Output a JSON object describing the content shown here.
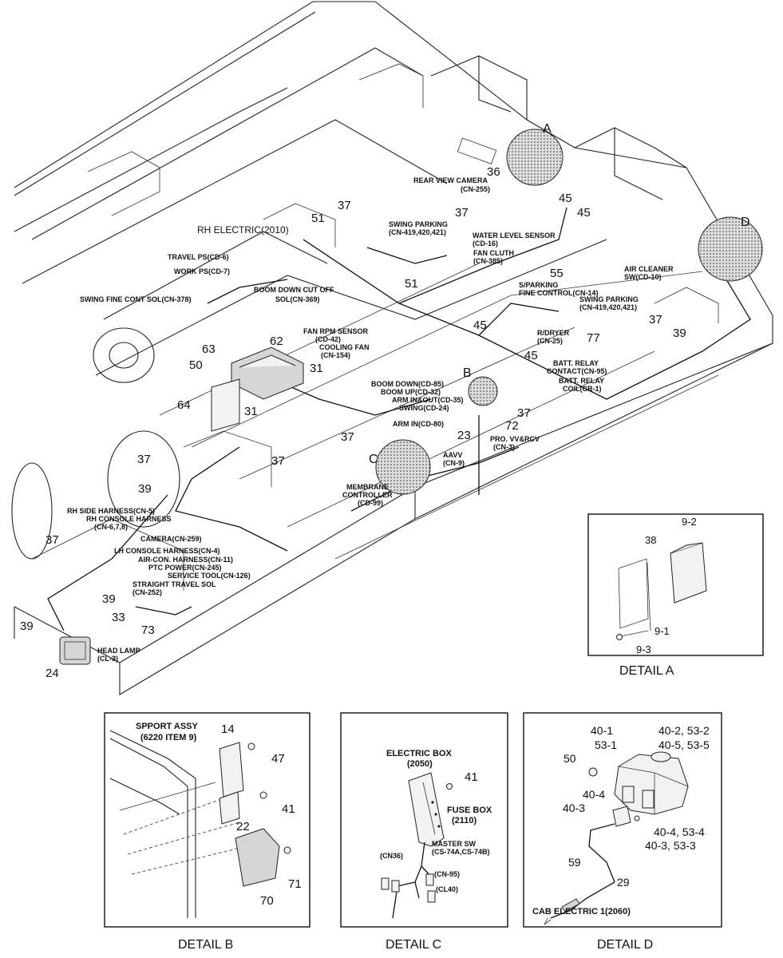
{
  "labels": {
    "rh_electric": "RH ELECTRIC(2010)",
    "travel_ps": "TRAVEL PS(CD-6)",
    "work_ps": "WORK PS(CD-7)",
    "swing_fine_cont_sol": "SWING FINE CONT SOL(CN-378)",
    "boom_down_cutoff": "BOOM DOWN CUT OFF",
    "boom_down_cutoff_sol": "SOL(CN-369)",
    "swing_parking_1a": "SWING PARKING",
    "swing_parking_1b": "(CN-419,420,421)",
    "rear_view_camera_a": "REAR VIEW CAMERA",
    "rear_view_camera_b": "(CN-255)",
    "water_level_a": "WATER LEVEL SENSOR",
    "water_level_b": "(CD-16)",
    "fan_cluth_a": "FAN CLUTH",
    "fan_cluth_b": "(CN-385)",
    "sparking_a": "S/PARKING",
    "sparking_b": "FINE CONTROL(CN-14)",
    "swing_parking_2a": "SWING PARKING",
    "swing_parking_2b": "(CN-419,420,421)",
    "air_cleaner_a": "AIR CLEANER",
    "air_cleaner_b": "SW(CD-10)",
    "rdryer_a": "R/DRYER",
    "rdryer_b": "(CN-25)",
    "batt_contact_a": "BATT. RELAY",
    "batt_contact_b": "CONTACT(CN-95)",
    "batt_coil_a": "BATT. RELAY",
    "batt_coil_b": "COIL(CR-1)",
    "fan_rpm_a": "FAN RPM SENSOR",
    "fan_rpm_b": "(CD-42)",
    "cooling_fan_a": "COOLING FAN",
    "cooling_fan_b": "(CN-154)",
    "boom_down": "BOOM DOWN(CD-85)",
    "boom_up": "BOOM UP(CD-32)",
    "arm_in_out": "ARM IN&OUT(CD-35)",
    "swing": "SWING(CD-24)",
    "arm_in": "ARM IN(CD-80)",
    "pro_vv_a": "PRO. VV&RCV",
    "pro_vv_b": "(CN-3)",
    "aavv_a": "AAVV",
    "aavv_b": "(CN-9)",
    "membrane_a": "MEMBRANE",
    "membrane_b": "CONTROLLER",
    "membrane_c": "(CD-99)",
    "rh_side": "RH SIDE HARNESS(CN-5)",
    "rh_console_a": "RH CONSOLE HARNESS",
    "rh_console_b": "(CN-6,7,8)",
    "camera": "CAMERA(CN-259)",
    "lh_console": "LH CONSOLE HARNESS(CN-4)",
    "aircon": "AIR-CON. HARNESS(CN-11)",
    "ptc_power": "PTC POWER(CN-245)",
    "service_tool": "SERVICE TOOL(CN-126)",
    "straight_travel_a": "STRAIGHT TRAVEL SOL",
    "straight_travel_b": "(CN-252)",
    "head_lamp_a": "HEAD LAMP",
    "head_lamp_b": "(CL-3)",
    "support_a": "SPPORT ASSY",
    "support_b": "(6220 ITEM 9)",
    "electric_box_a": "ELECTRIC BOX",
    "electric_box_b": "(2050)",
    "fuse_box_a": "FUSE BOX",
    "fuse_box_b": "(2110)",
    "master_sw_a": "MASTER SW",
    "master_sw_b": "(CS-74A,CS-74B)",
    "cn36": "(CN36)",
    "cn95": "(CN-95)",
    "cl40": "(CL40)",
    "cab_electric": "CAB ELECTRIC 1(2060)"
  },
  "callouts": {
    "a": "A",
    "b": "B",
    "c": "C",
    "d": "D"
  },
  "details": {
    "a": "DETAIL A",
    "b": "DETAIL B",
    "c": "DETAIL C",
    "d": "DETAIL D"
  },
  "parts": {
    "p36": "36",
    "p37": "37",
    "p45": "45",
    "p51": "51",
    "p55": "55",
    "p77": "77",
    "p39": "39",
    "p62": "62",
    "p63": "63",
    "p50": "50",
    "p31": "31",
    "p64": "64",
    "p72": "72",
    "p23": "23",
    "p33": "33",
    "p73": "73",
    "p24": "24",
    "a_9_2": "9-2",
    "a_38": "38",
    "a_9_1": "9-1",
    "a_9_3": "9-3",
    "b_14": "14",
    "b_47": "47",
    "b_41": "41",
    "b_22": "22",
    "b_71": "71",
    "b_70": "70",
    "c_41": "41",
    "d_40_1": "40-1",
    "d_53_1": "53-1",
    "d_40_2": "40-2, 53-2",
    "d_40_5": "40-5, 53-5",
    "d_50": "50",
    "d_40_4": "40-4",
    "d_40_3": "40-3",
    "d_40_4b": "40-4, 53-4",
    "d_40_3b": "40-3, 53-3",
    "d_59": "59",
    "d_29": "29"
  }
}
